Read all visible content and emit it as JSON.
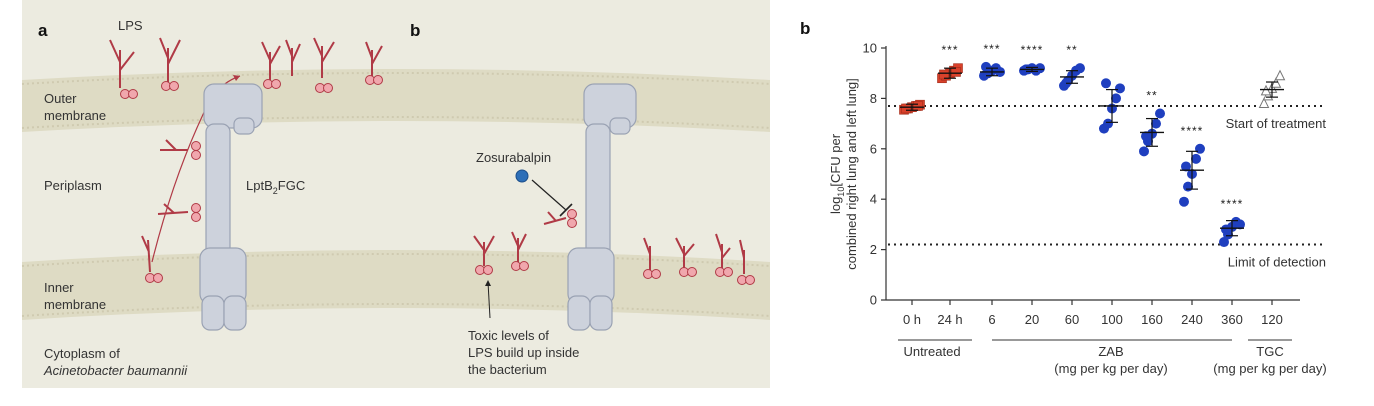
{
  "figure": {
    "left_panel": {
      "letter_a": "a",
      "letter_b": "b",
      "labels": {
        "lps": "LPS",
        "outer_membrane_1": "Outer",
        "outer_membrane_2": "membrane",
        "periplasm": "Periplasm",
        "inner_membrane_1": "Inner",
        "inner_membrane_2": "membrane",
        "cytoplasm_1": "Cytoplasm of",
        "cytoplasm_2": "Acinetobacter baumannii",
        "lpt_main": "LptB",
        "lpt_sub": "2",
        "lpt_rest": "FGC",
        "zosurabalpin": "Zosurabalpin",
        "toxic_1": "Toxic levels of",
        "toxic_2": "LPS build up inside",
        "toxic_3": "the bacterium"
      },
      "colors": {
        "background": "#ecebe0",
        "membrane": "#dedbc4",
        "lps": "#b03a46",
        "lps_head": "#f0a7ad",
        "protein": "#cdd2dc",
        "drug": "#2d6fb8"
      }
    }
  },
  "chart_data": {
    "type": "scatter",
    "panel_letter": "b",
    "ylabel_line1": "log",
    "ylabel_sub": "10",
    "ylabel_rest": "[CFU per",
    "ylabel_line2": "combined right lung and left lung]",
    "ylim": [
      0,
      10
    ],
    "yticks": [
      "0",
      "2",
      "4",
      "6",
      "8",
      "10"
    ],
    "categories": [
      "0 h",
      "24 h",
      "6",
      "20",
      "60",
      "100",
      "160",
      "240",
      "360",
      "120"
    ],
    "group_labels": {
      "untreated": "Untreated",
      "zab": "ZAB",
      "zab_unit": "(mg per kg per day)",
      "tgc": "TGC",
      "tgc_unit": "(mg per kg per day)"
    },
    "reference_lines": {
      "start_of_treatment": {
        "value": 7.7,
        "label": "Start of treatment"
      },
      "limit_of_detection": {
        "value": 2.2,
        "label": "Limit of detection"
      }
    },
    "groups": [
      {
        "category": "0 h",
        "color": "#d9412b",
        "marker": "square",
        "mean": 7.65,
        "sd": 0.12,
        "significance": "",
        "points": [
          7.55,
          7.6,
          7.65,
          7.7,
          7.75,
          7.6,
          7.7
        ]
      },
      {
        "category": "24 h",
        "color": "#d9412b",
        "marker": "square",
        "mean": 9.0,
        "sd": 0.2,
        "significance": "***",
        "points": [
          8.8,
          8.9,
          9.0,
          9.1,
          9.2,
          8.95,
          9.05
        ]
      },
      {
        "category": "6",
        "color": "#1f3fbf",
        "marker": "circle",
        "mean": 9.05,
        "sd": 0.15,
        "significance": "***",
        "points": [
          8.9,
          9.0,
          9.1,
          9.2,
          9.05,
          9.25
        ]
      },
      {
        "category": "20",
        "color": "#1f3fbf",
        "marker": "circle",
        "mean": 9.15,
        "sd": 0.08,
        "significance": "****",
        "points": [
          9.1,
          9.15,
          9.2,
          9.1,
          9.2,
          9.15
        ]
      },
      {
        "category": "60",
        "color": "#1f3fbf",
        "marker": "circle",
        "mean": 8.85,
        "sd": 0.25,
        "significance": "**",
        "points": [
          8.5,
          8.7,
          8.9,
          9.1,
          9.2,
          8.6
        ]
      },
      {
        "category": "100",
        "color": "#1f3fbf",
        "marker": "circle",
        "mean": 7.7,
        "sd": 0.65,
        "significance": "",
        "points": [
          6.8,
          7.0,
          7.6,
          8.0,
          8.4,
          8.6
        ]
      },
      {
        "category": "160",
        "color": "#1f3fbf",
        "marker": "circle",
        "mean": 6.65,
        "sd": 0.55,
        "significance": "**",
        "points": [
          5.9,
          6.3,
          6.6,
          7.0,
          7.4,
          6.5
        ]
      },
      {
        "category": "240",
        "color": "#1f3fbf",
        "marker": "circle",
        "mean": 5.15,
        "sd": 0.75,
        "significance": "****",
        "points": [
          3.9,
          4.5,
          5.0,
          5.6,
          6.0,
          5.3
        ]
      },
      {
        "category": "360",
        "color": "#1f3fbf",
        "marker": "circle",
        "mean": 2.85,
        "sd": 0.3,
        "significance": "****",
        "points": [
          2.3,
          2.6,
          2.9,
          3.1,
          3.0,
          2.8
        ]
      },
      {
        "category": "120",
        "color": "#777777",
        "marker": "triangle",
        "mean": 8.35,
        "sd": 0.3,
        "significance": "",
        "points": [
          7.8,
          8.1,
          8.4,
          8.6,
          8.9,
          8.3
        ]
      }
    ]
  }
}
